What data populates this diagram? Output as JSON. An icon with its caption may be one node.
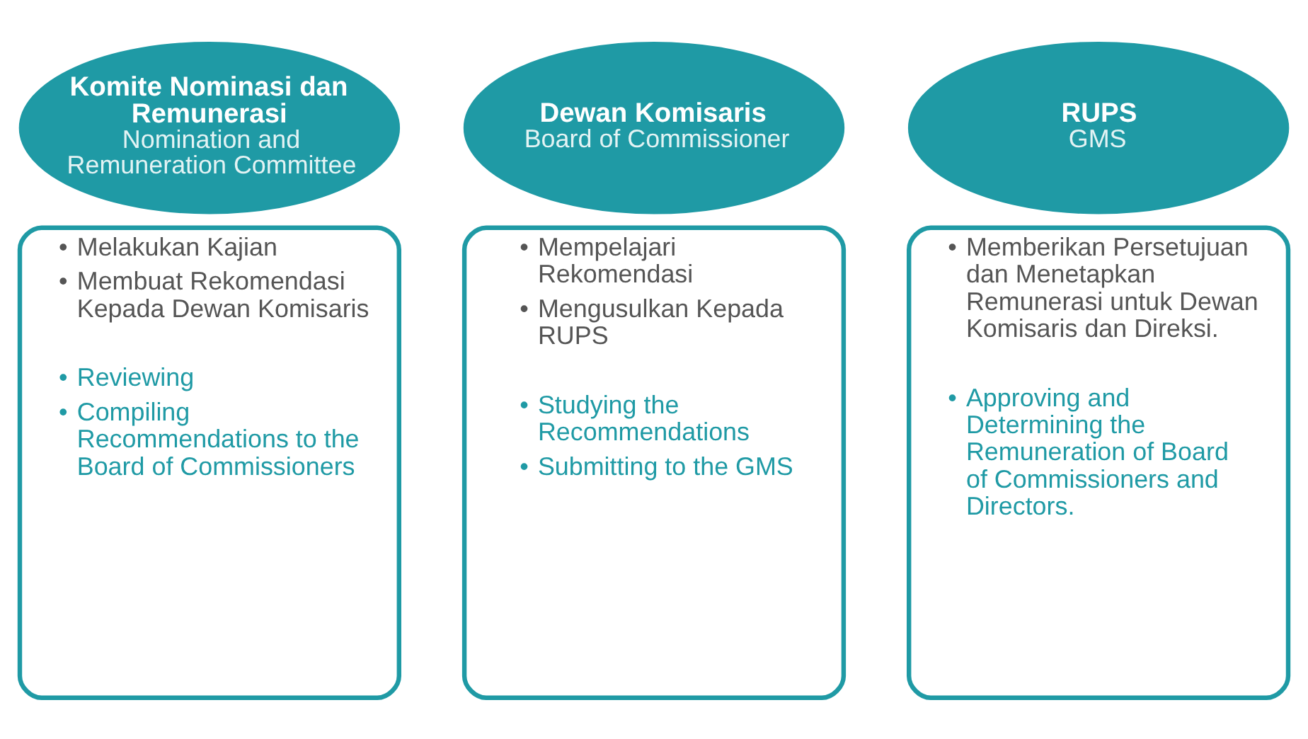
{
  "diagram": {
    "nodes": [
      {
        "text": [
          "Komite Nominasi dan Remunerasi",
          "Nomination and Remuneration Committee"
        ]
      },
      {
        "text": [
          "• Melakukan Kajian",
          "• Membuat Rekomendasi Kepada Dewan Komisaris",
          "• Reviewing",
          "• Compiling Recommendations to the Board of Commissioners"
        ]
      },
      {
        "text": [
          "Dewan Komisaris",
          "Board of Commissioner"
        ]
      },
      {
        "text": [
          "• Mempelajari Rekomendasi",
          "• Mengusulkan Kepada RUPS",
          "• Studying the Recommendations",
          "• Submitting to the GMS"
        ]
      },
      {
        "text": [
          "RUPS",
          "GMS"
        ]
      },
      {
        "text": [
          "• Memberikan Persetujuan dan Menetapkan Remunerasi untuk Dewan Komisaris dan Direksi.",
          "• Approving and Determining the Remuneration of Board of Commissioners and Directors."
        ]
      }
    ]
  }
}
